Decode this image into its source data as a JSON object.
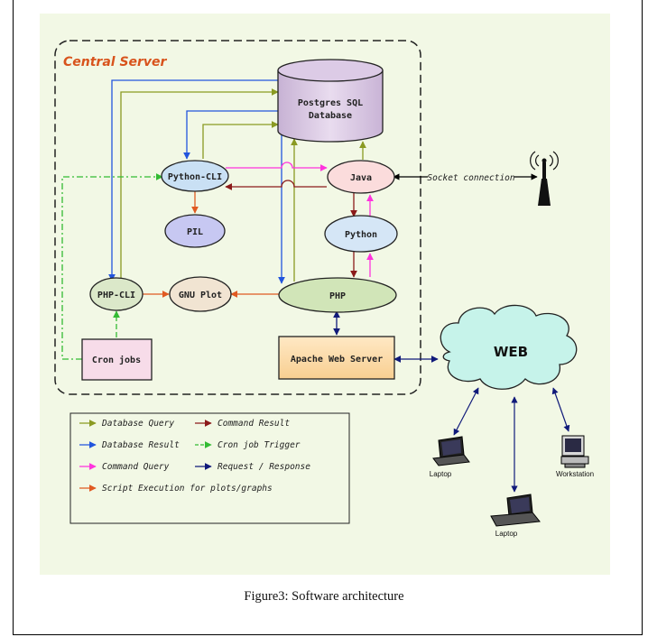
{
  "caption": "Figure3: Software architecture",
  "server": {
    "label": "Central Server"
  },
  "nodes": {
    "database_line1": "Postgres SQL",
    "database_line2": "Database",
    "python_cli": "Python-CLI",
    "java": "Java",
    "pil": "PIL",
    "python": "Python",
    "php_cli": "PHP-CLI",
    "gnu_plot": "GNU Plot",
    "php": "PHP",
    "cron_jobs": "Cron jobs",
    "apache": "Apache Web Server",
    "web": "WEB",
    "laptop1": "Laptop",
    "laptop2": "Laptop",
    "workstation": "Workstation"
  },
  "socket_label": "Socket connection",
  "legend": [
    {
      "label": "Database Query",
      "color": "#8a9a22"
    },
    {
      "label": "Command Result",
      "color": "#8b1a1a"
    },
    {
      "label": "Database Result",
      "color": "#2255dd"
    },
    {
      "label": "Cron job Trigger",
      "color": "#33bb33"
    },
    {
      "label": "Command Query",
      "color": "#ff33dd"
    },
    {
      "label": "Request / Response",
      "color": "#101a7a"
    },
    {
      "label": "Script Execution for plots/graphs",
      "color": "#e05a22"
    }
  ],
  "colors": {
    "db_query": "#8a9a22",
    "db_result": "#2255dd",
    "cmd_query": "#ff33dd",
    "cmd_result": "#8b1a1a",
    "cron_trigger": "#33bb33",
    "request": "#101a7a",
    "script_exec": "#e05a22",
    "server_label": "#d8531c",
    "panel_bg": "#f2f8e5"
  }
}
